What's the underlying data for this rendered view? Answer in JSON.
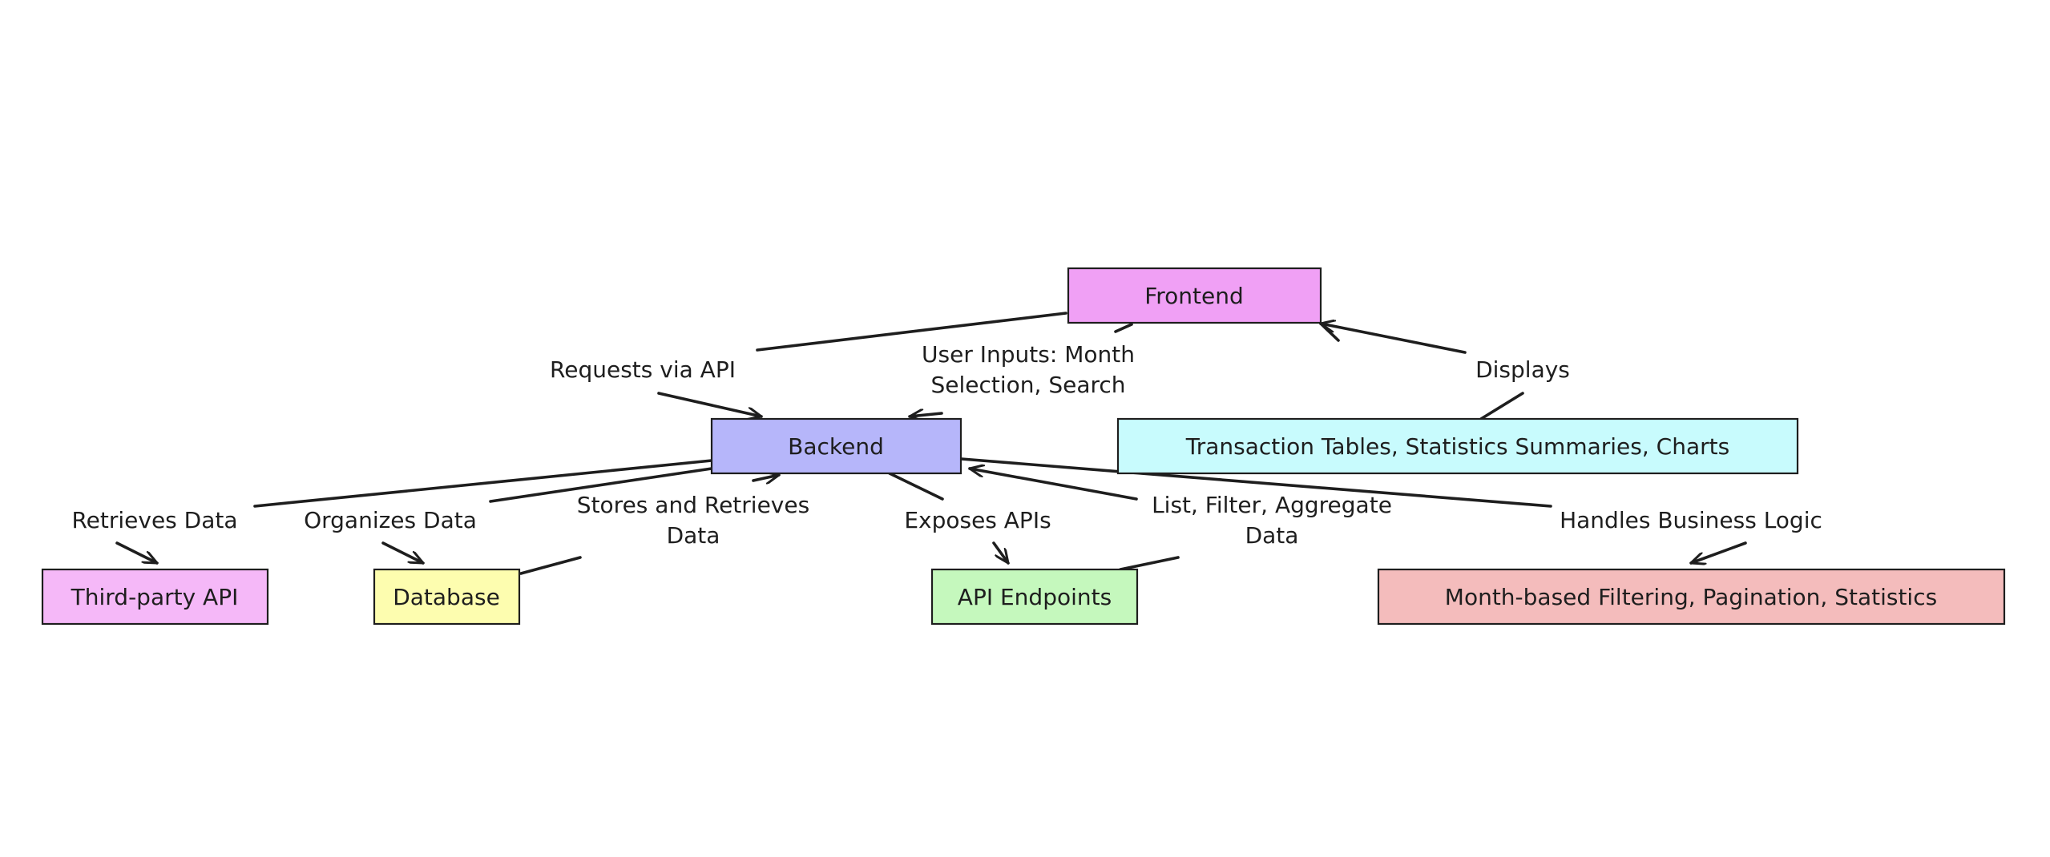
{
  "nodes": {
    "frontend": {
      "label": "Frontend",
      "color": "#f0a0f5"
    },
    "backend": {
      "label": "Backend",
      "color": "#b6b6fa"
    },
    "outputs": {
      "label": "Transaction Tables, Statistics Summaries, Charts",
      "color": "#c8fbfd"
    },
    "third_party": {
      "label": "Third-party API",
      "color": "#f5b8f8"
    },
    "database": {
      "label": "Database",
      "color": "#fdfdaf"
    },
    "endpoints": {
      "label": "API Endpoints",
      "color": "#c5f8bd"
    },
    "logic": {
      "label": "Month-based Filtering, Pagination, Statistics",
      "color": "#f4bcbc"
    }
  },
  "edges": {
    "requests_via_api": {
      "line1": "Requests via API",
      "line2": ""
    },
    "user_inputs": {
      "line1": "User Inputs: Month",
      "line2": "Selection, Search"
    },
    "displays": {
      "line1": "Displays",
      "line2": ""
    },
    "retrieves_data": {
      "line1": "Retrieves Data",
      "line2": ""
    },
    "organizes_data": {
      "line1": "Organizes Data",
      "line2": ""
    },
    "stores_retrieves": {
      "line1": "Stores and Retrieves",
      "line2": "Data"
    },
    "exposes_apis": {
      "line1": "Exposes APIs",
      "line2": ""
    },
    "list_filter": {
      "line1": "List, Filter, Aggregate",
      "line2": "Data"
    },
    "handles_logic": {
      "line1": "Handles Business Logic",
      "line2": ""
    }
  }
}
